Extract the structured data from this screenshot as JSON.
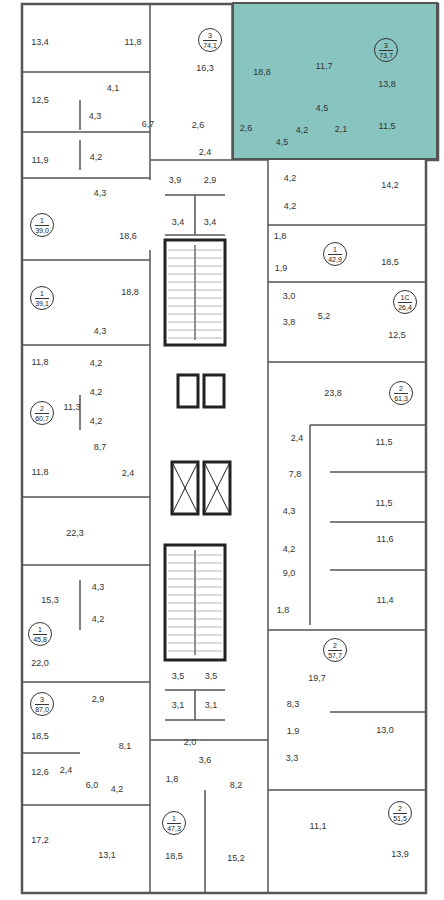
{
  "diagram": {
    "nodes": [
      {
        "text": [
          "3",
          "74,1"
        ]
      },
      {
        "text": [
          "18,8",
          "11,7",
          "13,8",
          "4,5",
          "2,6",
          "4,2",
          "4,5",
          "2,1",
          "11,5"
        ]
      },
      {
        "text": [
          "3",
          "73,7"
        ],
        "in": 1
      },
      {
        "text": [
          "1",
          "39,0"
        ]
      },
      {
        "text": [
          "1",
          "42,9"
        ]
      },
      {
        "text": [
          "1",
          "39,1"
        ]
      },
      {
        "text": [
          "1С",
          "26,4"
        ]
      },
      {
        "text": [
          "2",
          "61,3"
        ]
      },
      {
        "text": [
          "2",
          "60,7"
        ]
      },
      {
        "text": [
          "1",
          "45,8"
        ]
      },
      {
        "text": [
          "2",
          "57,7"
        ]
      },
      {
        "text": [
          "3",
          "87,0"
        ]
      },
      {
        "text": [
          "1",
          "47,3"
        ]
      },
      {
        "text": [
          "2",
          "51,5"
        ]
      }
    ],
    "edges": [],
    "labels": [
      "13,4",
      "11,8",
      "16,3",
      "4,1",
      "12,5",
      "4,3",
      "6,7",
      "2,6",
      "4,2",
      "2,4",
      "11,9",
      "4,3",
      "18,6",
      "18,8",
      "4,3",
      "11,8",
      "4,2",
      "4,2",
      "11,3",
      "4,2",
      "8,7",
      "11,8",
      "2,4",
      "22,3",
      "15,3",
      "4,3",
      "4,2",
      "22,0",
      "2,9",
      "18,5",
      "8,1",
      "2,0",
      "12,6",
      "2,4",
      "6,0",
      "4,2",
      "3,6",
      "1,8",
      "8,2",
      "17,2",
      "13,1",
      "18,5",
      "15,2",
      "3,9",
      "2,9",
      "3,4",
      "3,4",
      "3,5",
      "3,5",
      "3,1",
      "3,1",
      "4,2",
      "14,2",
      "4,2",
      "1,8",
      "18,5",
      "1,9",
      "3,0",
      "3,8",
      "5,2",
      "12,5",
      "23,8",
      "2,4",
      "11,5",
      "7,8",
      "11,5",
      "4,3",
      "4,2",
      "11,6",
      "9,0",
      "11,4",
      "1,8",
      "19,7",
      "8,3",
      "1,9",
      "13,0",
      "3,3",
      "11,1",
      "13,9"
    ]
  }
}
